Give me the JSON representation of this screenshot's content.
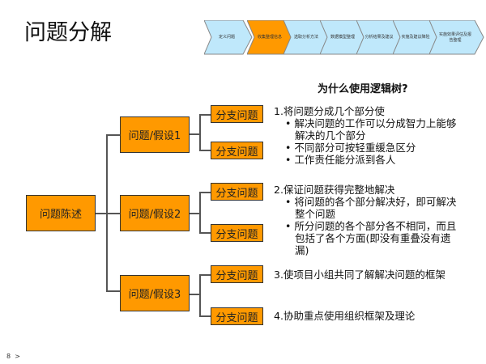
{
  "title": "问题分解",
  "process": {
    "steps": [
      "定义问题",
      "收集整理信息",
      "选取分析方法",
      "数据模型整理",
      "分析结果及建议",
      "实施及建议降险",
      "实施效果评估及报告整理"
    ],
    "active_index": 1,
    "active_color": "#ff9900",
    "inactive_color": "#bfe8fb"
  },
  "tree": {
    "root": "问题陈述",
    "hypotheses": [
      "问题/假设1",
      "问题/假设2",
      "问题/假设3"
    ],
    "branch": "分支问题"
  },
  "why": {
    "heading": "为什么使用逻辑树?",
    "points": [
      {
        "text": "1.将问题分成几个部分使",
        "subs": [
          "解决问题的工作可以分成智力上能够解决的几个部分",
          "不同部分可按轻重缓急区分",
          "工作责任能分派到各人"
        ]
      },
      {
        "text": "2.保证问题获得完整地解决",
        "subs": [
          "将问题的各个部分解决好，即可解决整个问题",
          "所分问题的各个部分各不相同，而且包括了各个方面(即没有重叠没有遗漏)"
        ]
      },
      {
        "text": "3.使项目小组共同了解解决问题的框架",
        "subs": []
      },
      {
        "text": "4.协助重点使用组织框架及理论",
        "subs": []
      }
    ]
  },
  "footer": {
    "page": "8",
    "arrow": ">"
  }
}
